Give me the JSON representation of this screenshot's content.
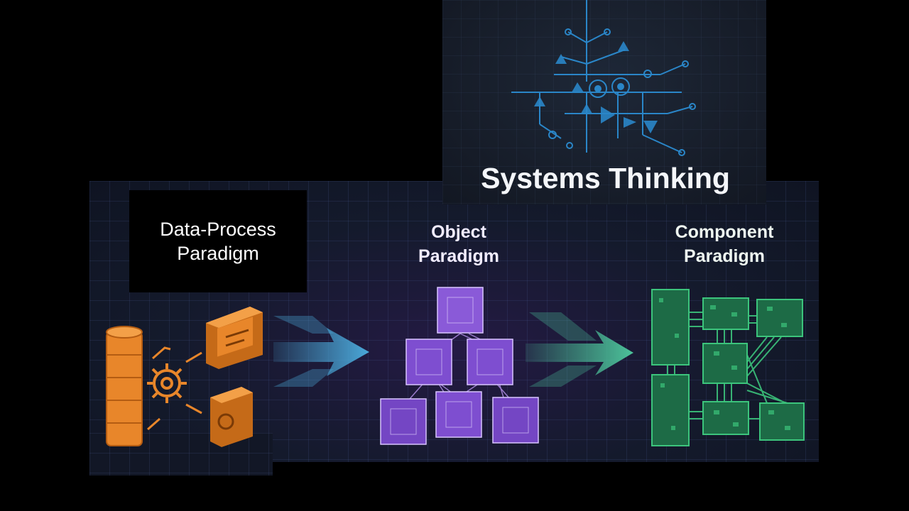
{
  "labels": {
    "systems_thinking": "Systems Thinking",
    "data_process": [
      "Data-Process",
      "Paradigm"
    ],
    "object": [
      "Object",
      "Paradigm"
    ],
    "component": [
      "Component",
      "Paradigm"
    ]
  },
  "colors": {
    "data_process": "#e8862a",
    "object": "#8a5ad8",
    "component": "#3cc47c",
    "systems": "#2a86c8",
    "arrow_blue": "#4aa8d8",
    "arrow_green": "#4cc29a"
  },
  "icons": [
    "database-icon",
    "gear-icon",
    "document-box-icon",
    "processor-box-icon",
    "cube-network-icon",
    "circuit-board-icon",
    "circuit-tree-icon"
  ]
}
